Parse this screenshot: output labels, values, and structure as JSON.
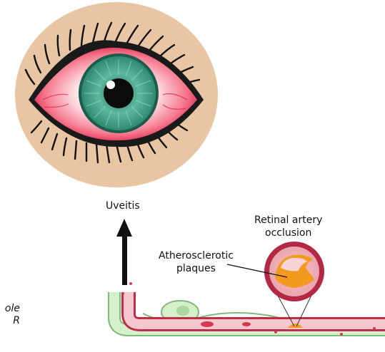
{
  "labels": {
    "uveitis": "Uveitis",
    "retinal_artery_line1": "Retinal artery",
    "retinal_artery_line2": "occlusion",
    "plaques_line1": "Atherosclerotic",
    "plaques_line2": "plaques",
    "side_line1": "ole",
    "side_line2": "R"
  },
  "colors": {
    "skin": "#e9c6a3",
    "sclera_red": "#e8234f",
    "iris": "#3f9b83",
    "vessel_wall": "#bf2e47",
    "vessel_lumen": "#f7c7cf",
    "nerve_green": "#c9ecc0",
    "plaque_orange": "#f39a1e",
    "arrow": "#111111"
  }
}
